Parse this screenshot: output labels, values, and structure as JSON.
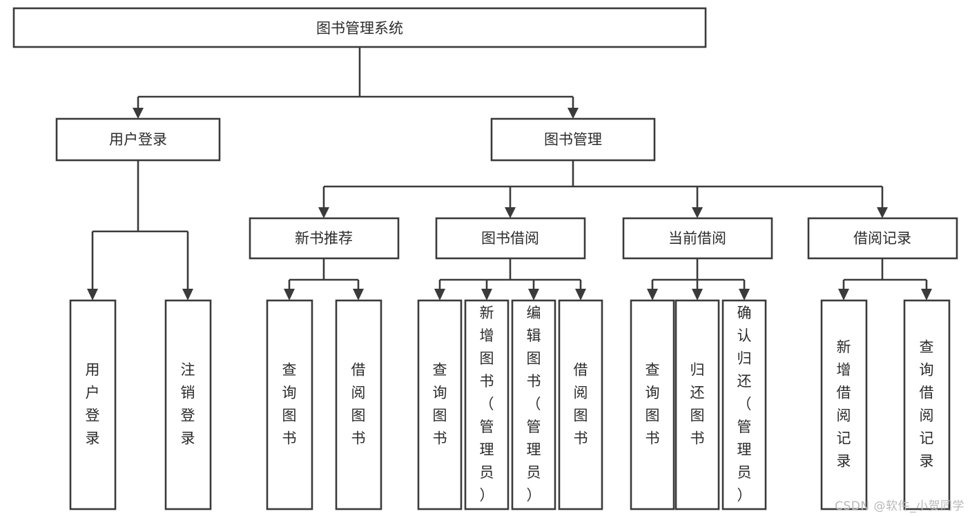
{
  "diagram": {
    "title": "图书管理系统",
    "type": "hierarchy-tree",
    "watermark": "CSDN @软件_小贺同学",
    "colors": {
      "stroke": "#3a3a3a",
      "box_fill": "#ffffff",
      "text": "#2b2b2b",
      "background": "#ffffff",
      "watermark": "#b8b8b8"
    },
    "levels": {
      "level1": [
        "图书管理系统"
      ],
      "level2": [
        "用户登录",
        "图书管理"
      ],
      "level3": [
        "新书推荐",
        "图书借阅",
        "当前借阅",
        "借阅记录"
      ],
      "level4": [
        "用户登录",
        "注销登录",
        "查询图书",
        "借阅图书",
        "查询图书",
        "新增图书（管理员）",
        "编辑图书（管理员）",
        "借阅图书",
        "查询图书",
        "归还图书",
        "确认归还（管理员）",
        "新增借阅记录",
        "查询借阅记录"
      ]
    },
    "nodes": {
      "root": {
        "label": "图书管理系统"
      },
      "user_login": {
        "label": "用户登录"
      },
      "book_manage": {
        "label": "图书管理"
      },
      "new_book_rec": {
        "label": "新书推荐"
      },
      "book_borrow": {
        "label": "图书借阅"
      },
      "current_borrow": {
        "label": "当前借阅"
      },
      "borrow_record": {
        "label": "借阅记录"
      },
      "leaf_user_login": {
        "label": "用户登录"
      },
      "leaf_logout": {
        "label": "注销登录"
      },
      "leaf_query_book_1": {
        "label": "查询图书"
      },
      "leaf_borrow_book_1": {
        "label": "借阅图书"
      },
      "leaf_query_book_2": {
        "label": "查询图书"
      },
      "leaf_add_book": {
        "label": "新增图书（管理员）"
      },
      "leaf_edit_book": {
        "label": "编辑图书（管理员）"
      },
      "leaf_borrow_book_2": {
        "label": "借阅图书"
      },
      "leaf_query_book_3": {
        "label": "查询图书"
      },
      "leaf_return_book": {
        "label": "归还图书"
      },
      "leaf_confirm_return": {
        "label": "确认归还（管理员）"
      },
      "leaf_add_record": {
        "label": "新增借阅记录"
      },
      "leaf_query_record": {
        "label": "查询借阅记录"
      }
    }
  }
}
